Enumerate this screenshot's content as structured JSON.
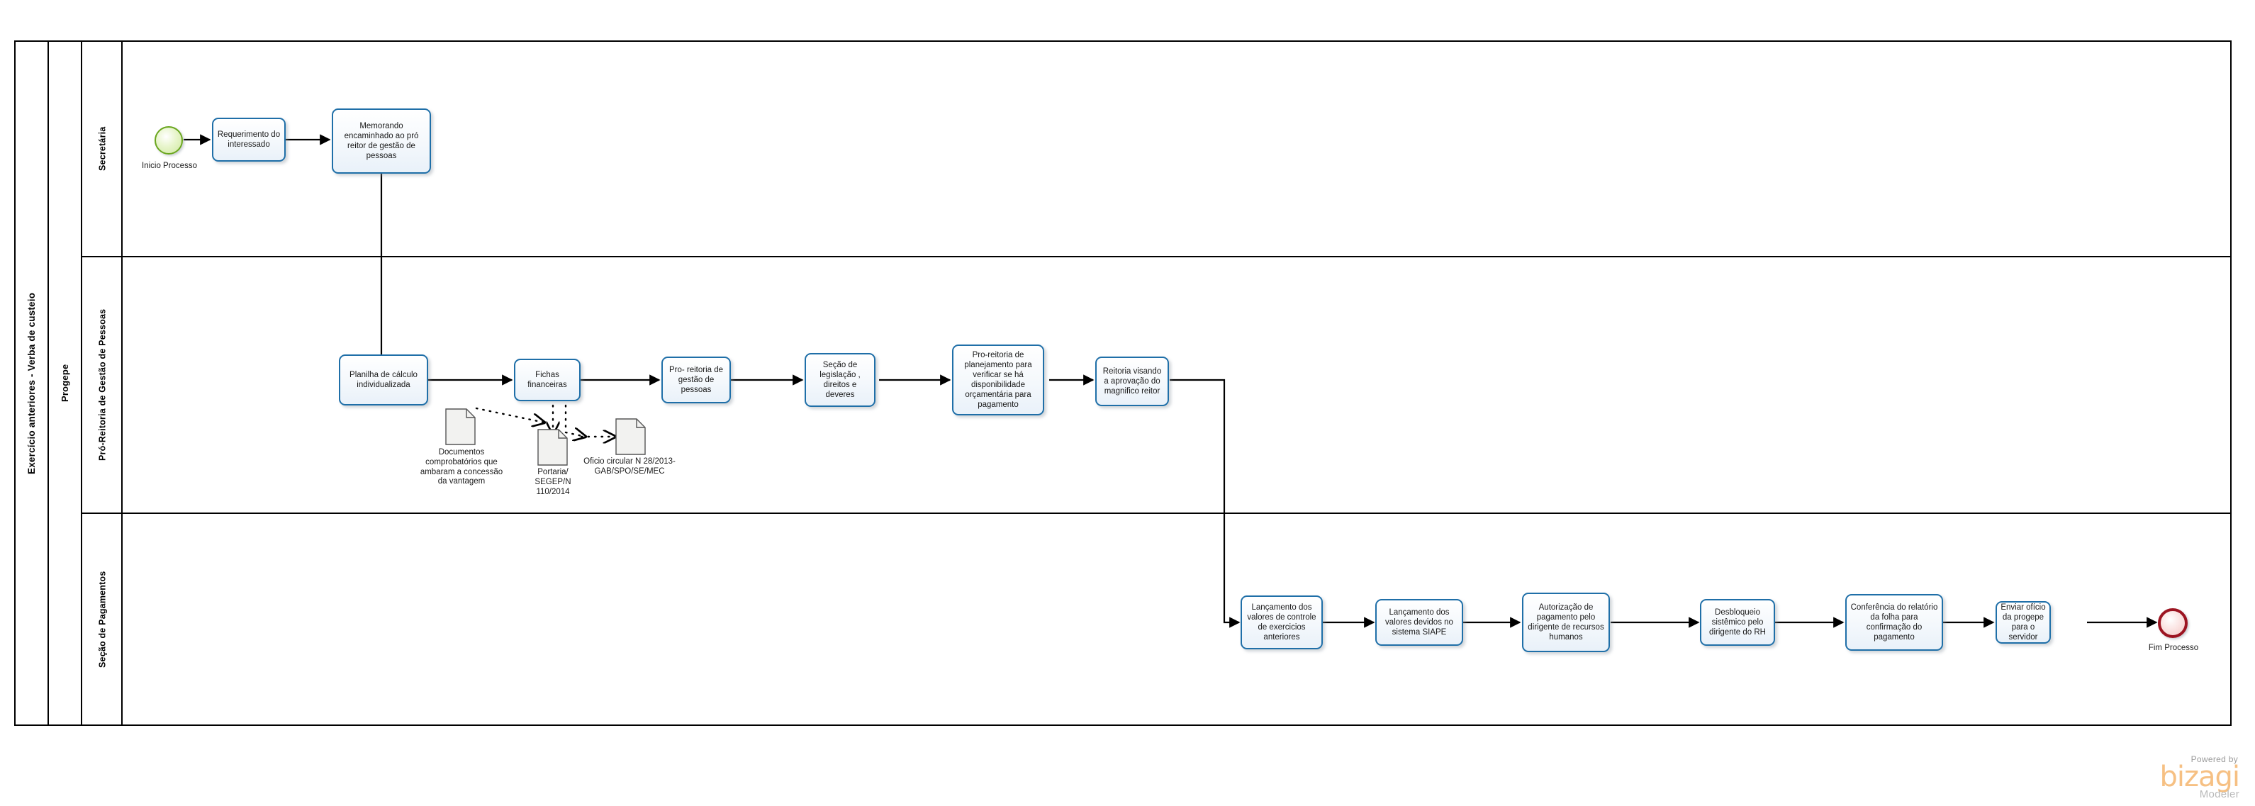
{
  "diagram": {
    "pool_title": "Exercício anteriores - Verba de custeio",
    "group_title": "Progepe",
    "lanes": [
      {
        "label": "Secretária"
      },
      {
        "label": "Pró-Reitoria de Gestão de Pessoas"
      },
      {
        "label": "Seção de Pagamentos"
      }
    ]
  },
  "events": {
    "start": {
      "label": "Inicio Processo",
      "color": "#6aa61e"
    },
    "end": {
      "label": "Fim Processo",
      "color": "#9c1421"
    }
  },
  "tasks": {
    "t1": {
      "label": "Requerimento do interessado"
    },
    "t2": {
      "label": "Memorando encaminhado ao pró reitor de gestão de pessoas"
    },
    "t3": {
      "label": "Planilha de cálculo individualizada"
    },
    "t4": {
      "label": "Fichas financeiras"
    },
    "t5": {
      "label": "Pro- reitoria de gestão de pessoas"
    },
    "t6": {
      "label": "Seção de legislação , direitos e deveres"
    },
    "t7": {
      "label": "Pro-reitoria de planejamento para verificar se há disponibilidade orçamentária para pagamento"
    },
    "t8": {
      "label": "Reitoria visando a aprovação do magnifico reitor"
    },
    "t9": {
      "label": "Lançamento dos valores de controle de exercicios anteriores"
    },
    "t10": {
      "label": "Lançamento dos valores devidos no sistema SIAPE"
    },
    "t11": {
      "label": "Autorização de pagamento pelo dirigente de recursos humanos"
    },
    "t12": {
      "label": "Desbloqueio sistêmico pelo dirigente  do RH"
    },
    "t13": {
      "label": "Conferência do relatório da folha para confirmação do pagamento"
    },
    "t14": {
      "label": "Enviar ofício da progepe para o servidor"
    }
  },
  "data_objects": {
    "d1": {
      "label": "Documentos comprobatórios que ambaram a concessão da vantagem"
    },
    "d2": {
      "label": "Portaria/ SEGEP/N 110/2014"
    },
    "d3": {
      "label": "Oficio circular N 28/2013-GAB/SPO/SE/MEC"
    }
  },
  "footer": {
    "powered_by": "Powered by",
    "brand": "bizagi",
    "product": "Modeler"
  },
  "colors": {
    "task_border": "#1f6fa8",
    "frame": "#000000",
    "start_event": "#6aa61e",
    "end_event": "#9c1421",
    "brand_orange": "#f6c083"
  }
}
